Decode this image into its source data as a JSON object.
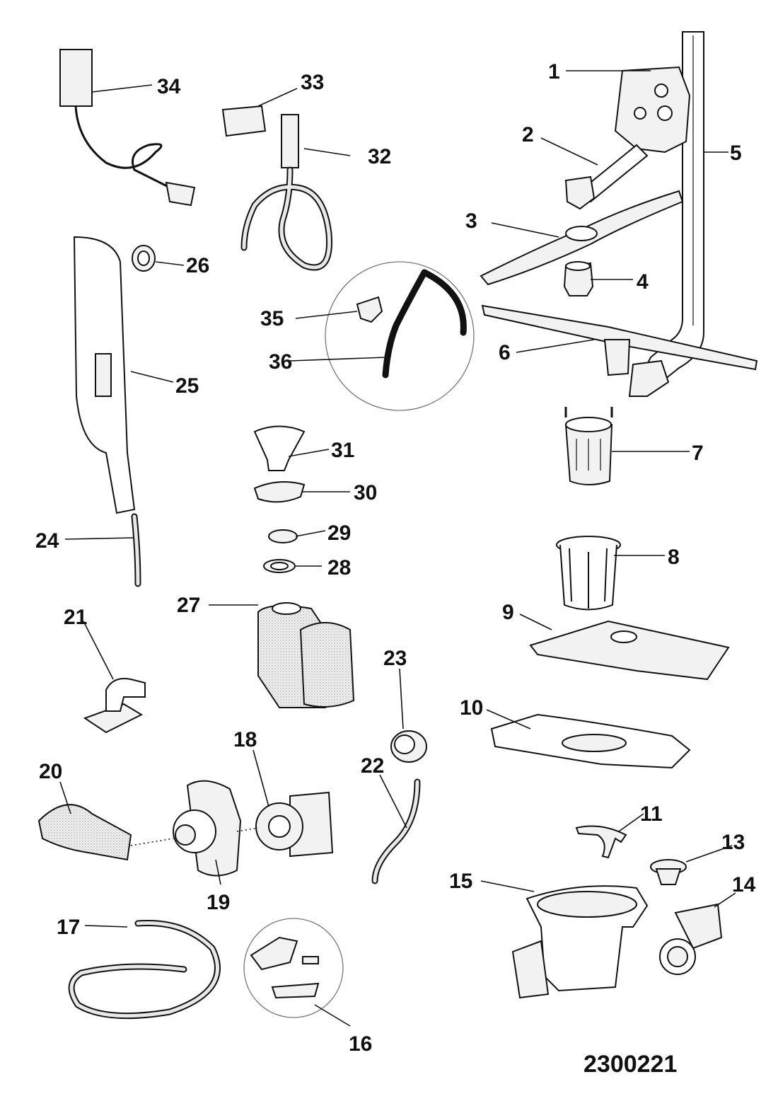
{
  "diagram": {
    "drawing_number": "2300221",
    "part_numbers": [
      "1",
      "2",
      "3",
      "4",
      "5",
      "6",
      "7",
      "8",
      "9",
      "10",
      "11",
      "13",
      "14",
      "15",
      "16",
      "17",
      "18",
      "19",
      "20",
      "21",
      "22",
      "23",
      "24",
      "25",
      "26",
      "27",
      "28",
      "29",
      "30",
      "31",
      "32",
      "33",
      "34",
      "35",
      "36"
    ]
  }
}
